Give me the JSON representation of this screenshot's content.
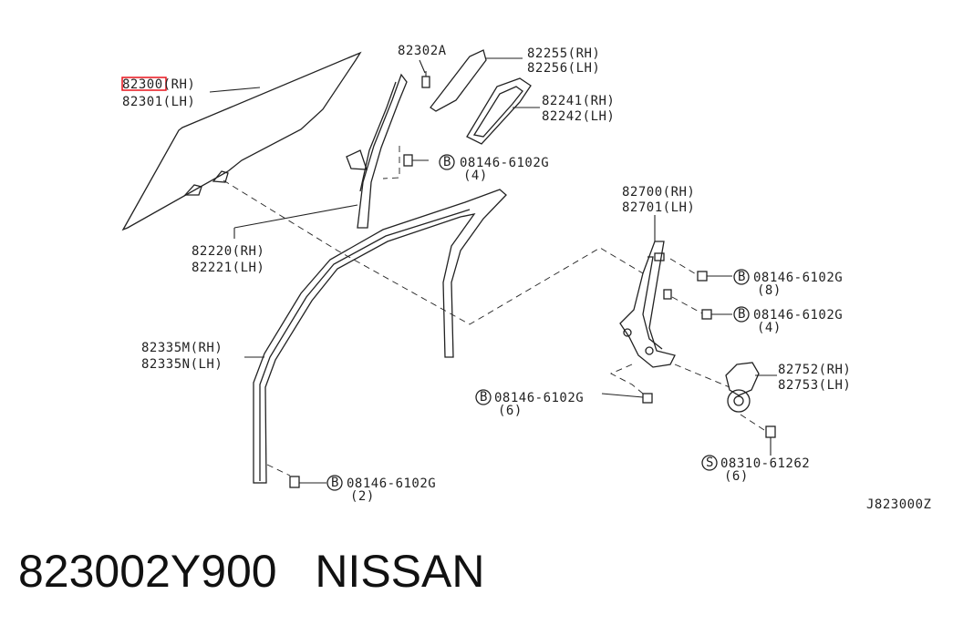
{
  "highlight_color": "#e8141c",
  "labels": {
    "glass_rh": "82300(RH)",
    "glass_lh": "82301(LH)",
    "bolt_a": "82302A",
    "cover_rh": "82255(RH)",
    "cover_lh": "82256(LH)",
    "seal_rh": "82241(RH)",
    "seal_lh": "82242(LH)",
    "bolt_ref_top": "08146-6102G",
    "qty_top": "(4)",
    "sash_rh": "82220(RH)",
    "sash_lh": "82221(LH)",
    "regulator_rh": "82700(RH)",
    "regulator_lh": "82701(LH)",
    "bolt_ref_reg1": "08146-6102G",
    "qty_reg1": "(8)",
    "bolt_ref_reg2": "08146-6102G",
    "qty_reg2": "(4)",
    "run_rh": "82335M(RH)",
    "run_lh": "82335N(LH)",
    "motor_rh": "82752(RH)",
    "motor_lh": "82753(LH)",
    "bolt_ref_mid": "08146-6102G",
    "qty_mid": "(6)",
    "screw_ref": "08310-61262",
    "qty_screw": "(6)",
    "bolt_ref_bottom": "08146-6102G",
    "qty_bottom": "(2)",
    "symbol_b": "B",
    "symbol_s": "S",
    "diagram_code": "J823000Z"
  },
  "footer": {
    "part_number": "823002Y900",
    "brand": "NISSAN"
  }
}
